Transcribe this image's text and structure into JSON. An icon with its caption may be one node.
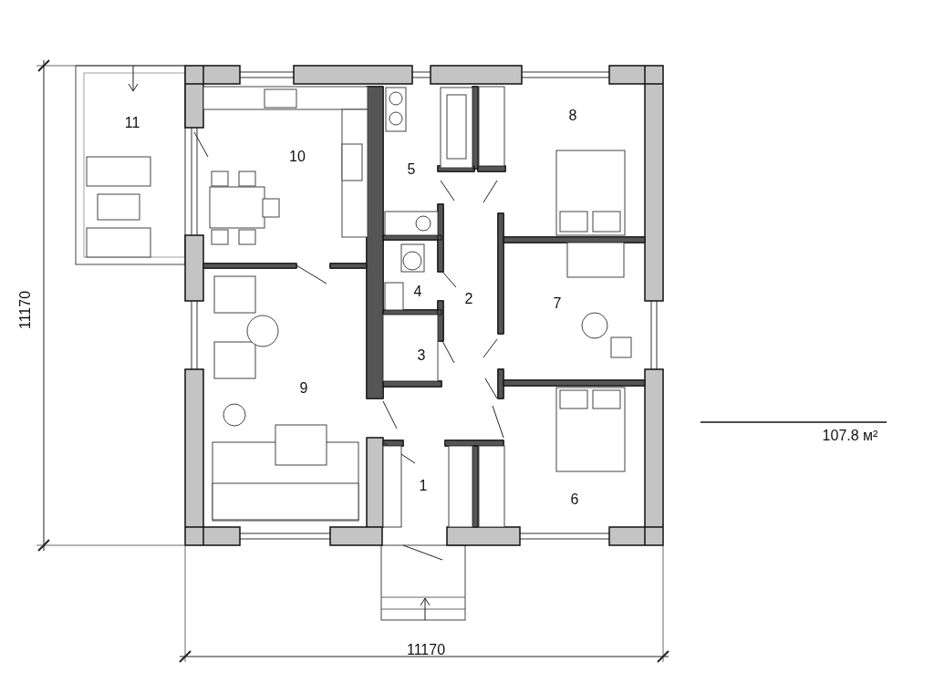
{
  "diagram": {
    "labels": [
      "8",
      "11",
      "10",
      "5",
      "4",
      "2",
      "7",
      "11170",
      "3",
      "9",
      "107.8 м²",
      "1",
      "6",
      "11170"
    ]
  }
}
